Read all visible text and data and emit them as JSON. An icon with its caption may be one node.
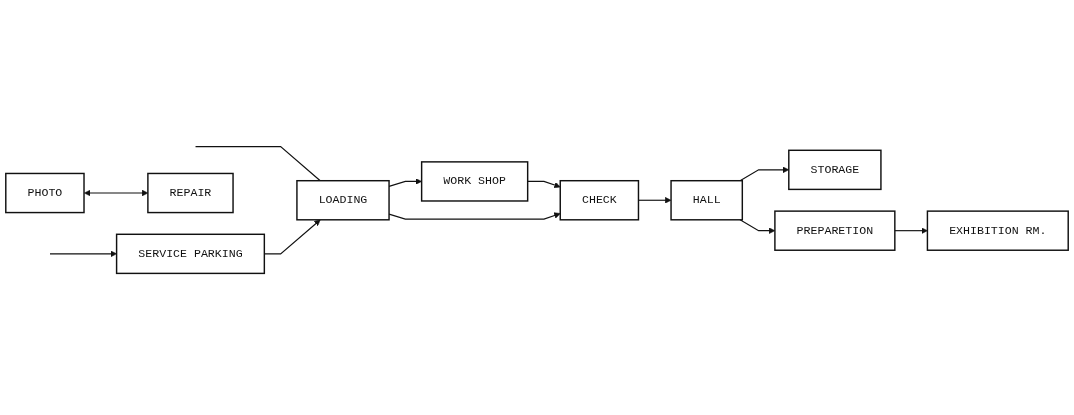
{
  "diagram": {
    "nodes": [
      {
        "text": [
          "WORK SHOP"
        ]
      },
      {
        "text": [
          "STORAGE"
        ]
      },
      {
        "text": [
          "PHOTO"
        ]
      },
      {
        "text": [
          "REPAIR"
        ]
      },
      {
        "text": [
          "LOADING"
        ]
      },
      {
        "text": [
          "CHECK"
        ]
      },
      {
        "text": [
          "HALL"
        ]
      },
      {
        "text": [
          "PREPARETION"
        ]
      },
      {
        "text": [
          "SERVICE PARKING"
        ]
      },
      {
        "text": [
          "EXHIBITION RM."
        ]
      }
    ],
    "edges": [
      {
        "from": null,
        "to": 4,
        "arrow": "none"
      },
      {
        "from": null,
        "to": 8,
        "arrow": "to"
      },
      {
        "from": 8,
        "to": 4,
        "arrow": "to"
      },
      {
        "from": 4,
        "to": 0,
        "arrow": "to"
      },
      {
        "from": 0,
        "to": 5,
        "arrow": "to"
      },
      {
        "from": 4,
        "to": 5,
        "arrow": "to"
      },
      {
        "from": 5,
        "to": 6,
        "arrow": "to"
      },
      {
        "from": 6,
        "to": 1,
        "arrow": "to"
      },
      {
        "from": 2,
        "to": 3,
        "arrow": "both"
      },
      {
        "from": 6,
        "to": 7,
        "arrow": "to"
      },
      {
        "from": 7,
        "to": 9,
        "arrow": "to"
      }
    ]
  }
}
